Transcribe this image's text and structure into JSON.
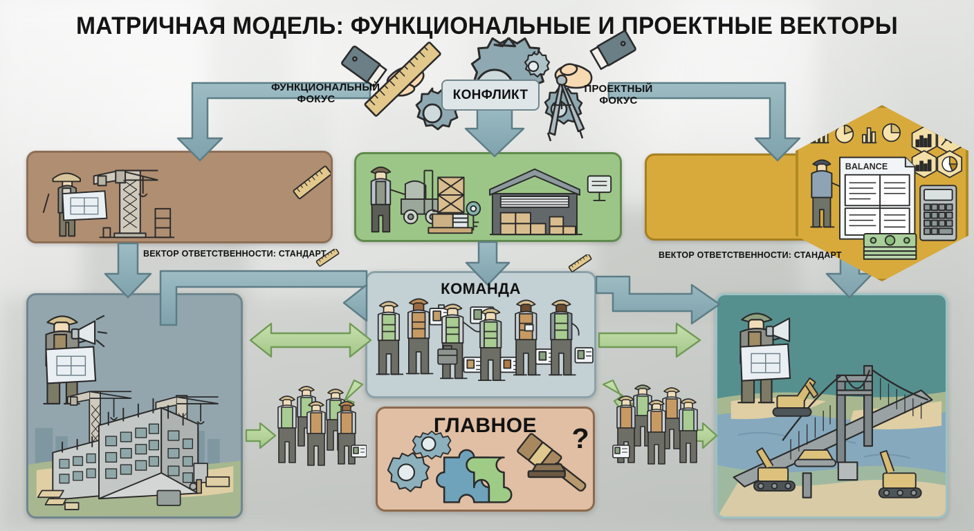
{
  "page": {
    "title": "МАТРИЧНАЯ МОДЕЛЬ: ФУНКЦИОНАЛЬНЫЕ И ПРОЕКТНЫЕ ВЕКТОРЫ"
  },
  "center": {
    "conflict_badge": "КОНФЛИКТ",
    "focus_left_line1": "ФУНКЦИОНАЛЬНЫЙ",
    "focus_left_line2": "ФОКУС",
    "focus_right_line1": "ПРОЕКТНЫЙ",
    "focus_right_line2": "ФОКУС"
  },
  "vectors": {
    "left_label": "ВЕКТОР ОТВЕТСТВЕННОСТИ: СТАНДАРТ",
    "right_label": "ВЕКТОР ОТВЕТСТВЕННОСТИ: СТАНДАРТ"
  },
  "panels": {
    "brown": {
      "label": "",
      "scene": "engineer-with-blueprint-and-tower-crane",
      "color": "#b08e71"
    },
    "green": {
      "label": "",
      "scene": "warehouse-forklift-logistics",
      "color": "#9cc687"
    },
    "yellow": {
      "label": "",
      "scene": "empty-yellow-panel",
      "color": "#d8aa3c"
    },
    "left": {
      "label": "",
      "scene": "building-construction-site-with-foreman-megaphone",
      "color": "#93a6ae"
    },
    "team": {
      "label": "КОМАНДА",
      "scene": "six-workers-with-id-badges",
      "color": "#c3d0d4"
    },
    "main": {
      "label": "ГЛАВНОЕ",
      "scene": "puzzle-pieces-gears-gavel-question",
      "color": "#e0bfa4"
    },
    "right": {
      "label": "",
      "scene": "suspension-bridge-construction-with-foreman-megaphone",
      "color": "#55908f"
    },
    "hexagon": {
      "label": "BALANCE",
      "scene": "accountant-balance-sheet-calculator-money-charts",
      "color": "#d8aa3c"
    }
  },
  "icons": {
    "gear_large": "gear-icon",
    "gear_medium": "gear-icon",
    "gear_small": "gear-icon",
    "hand_ruler": "hand-holding-ruler-icon",
    "hand_compass": "hand-holding-compass-icon",
    "ruler_left": "ruler-icon",
    "ruler_center": "ruler-icon",
    "gavel": "gavel-icon",
    "question_mark": "?",
    "puzzle_left": "puzzle-piece-icon",
    "puzzle_right": "puzzle-piece-icon",
    "megaphone_left": "megaphone-icon",
    "megaphone_right": "megaphone-icon",
    "calculator": "calculator-icon",
    "banknotes": "money-stack-icon",
    "hardhat": "hard-hat-icon"
  },
  "arrows": {
    "funnel_down": "arrow-down",
    "elbow_left": "elbow-arrow-down-left",
    "elbow_right": "elbow-arrow-down-right",
    "brown_to_left": "arrow-down",
    "green_to_team": "arrow-down",
    "yellow_to_right": "arrow-down",
    "team_to_left_bidirectional": "double-arrow",
    "team_to_right": "arrow-right",
    "left_to_workers": "arrow-right",
    "team_to_workers_down": "arrow-down-right",
    "right_to_workers": "arrow-left"
  },
  "colors": {
    "arrow_blue": "#8aacb5",
    "arrow_blue_stroke": "#5d7d86",
    "arrow_green": "#b5d49a",
    "arrow_green_stroke": "#6f9a55",
    "title_text": "#141414",
    "brown": "#b08e71",
    "green": "#9cc687",
    "yellow": "#d8aa3c",
    "slate": "#93a6ae",
    "team": "#c3d0d4",
    "peach": "#e0bfa4",
    "teal": "#55908f"
  }
}
